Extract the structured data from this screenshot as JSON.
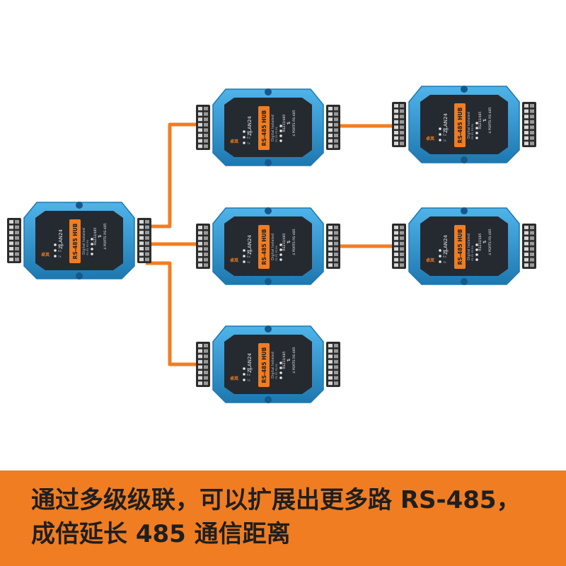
{
  "device": {
    "model": "ZLAN24",
    "name": "RS-485 HUB",
    "subtitle": "Digital Isolated",
    "port_spec_1": "RS232/485",
    "port_spec_2": "4 PORTS RS-485",
    "port_spec_sym": "⇅",
    "led_labels": [
      "PWR",
      "RX",
      "TX"
    ],
    "led_row": "P1 P2 P3 P4"
  },
  "colors": {
    "body_blue": "#2f9bd6",
    "body_blue_dark": "#1e78b0",
    "panel": "#252a30",
    "accent": "#f07d22",
    "cable": "#f07d22",
    "terminal": "#3a3a3a"
  },
  "caption": {
    "line1": "通过多级级联，可以扩展出更多路 RS-485，",
    "line2": "成倍延长 485 通信距离"
  }
}
